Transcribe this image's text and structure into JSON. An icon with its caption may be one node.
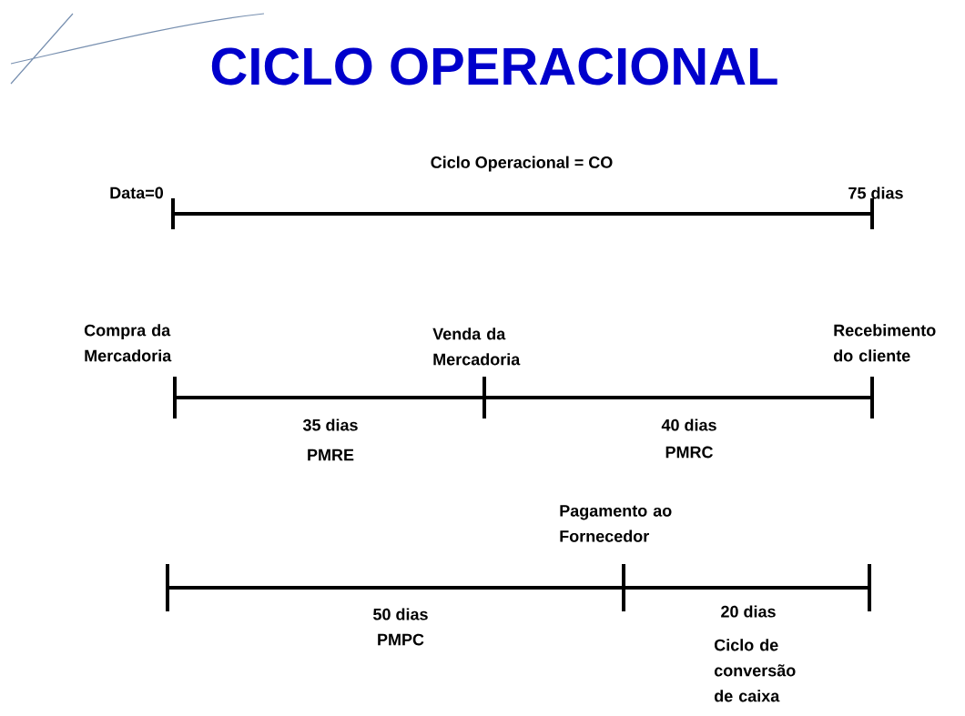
{
  "diagram": {
    "title": "CICLO OPERACIONAL",
    "labels": [
      "Ciclo Operacional = CO",
      "Data=0",
      "75 dias",
      "Compra da Mercadoria",
      "Venda da Mercadoria",
      "Recebimento do cliente",
      "35 dias",
      "PMRE",
      "40 dias",
      "PMRC",
      "Pagamento ao Fornecedor",
      "50 dias",
      "PMPC",
      "20 dias",
      "Ciclo de conversão de caixa"
    ]
  }
}
